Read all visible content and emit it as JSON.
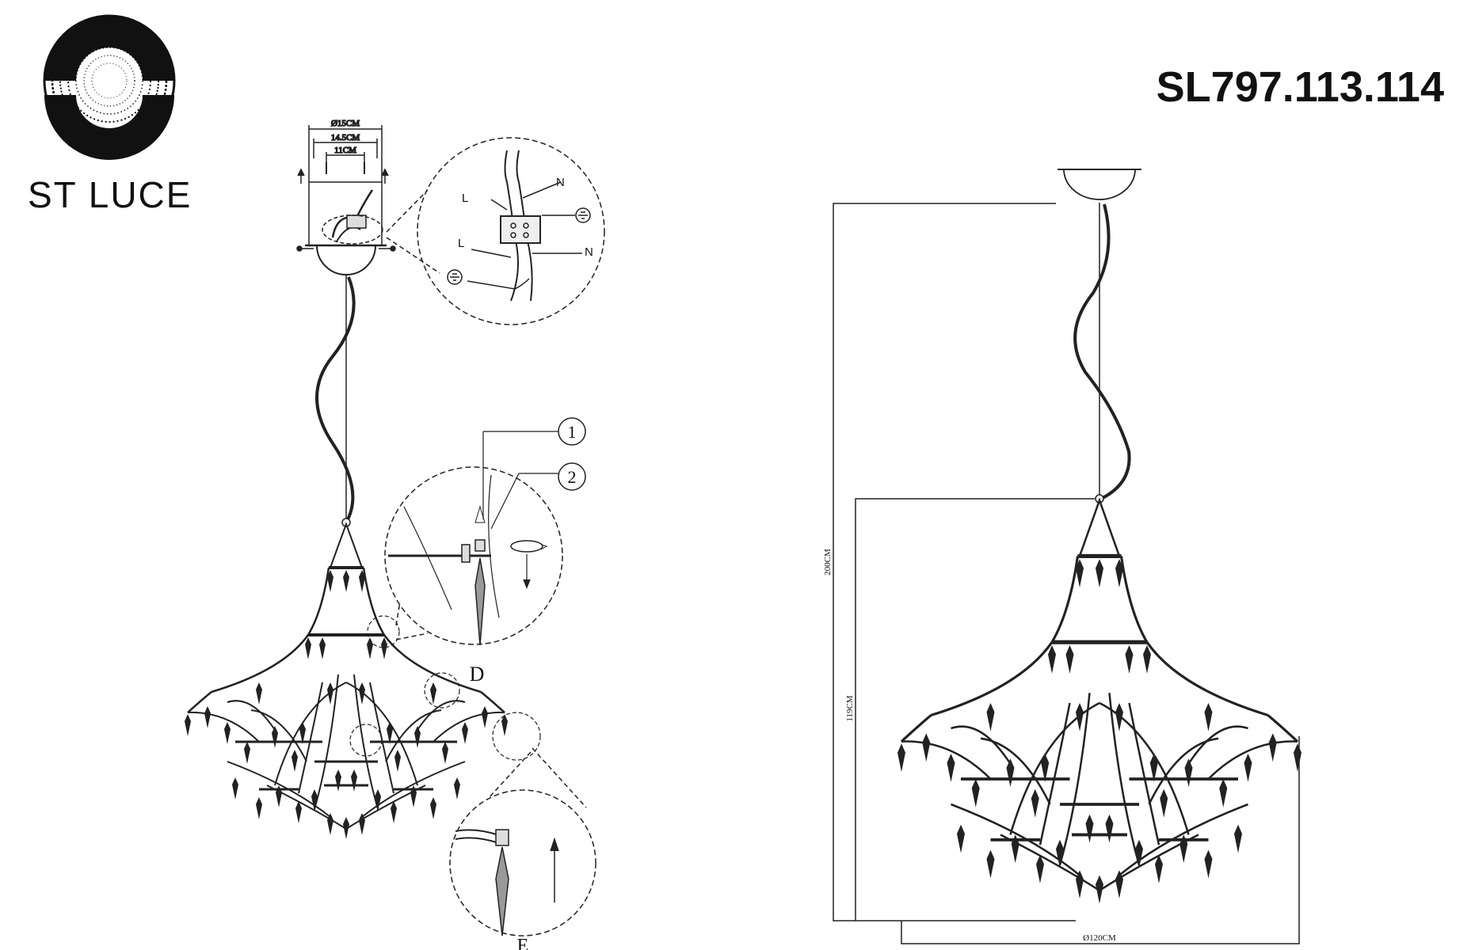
{
  "brand": {
    "name": "ST LUCE"
  },
  "model": {
    "code": "SL797.113.114"
  },
  "mount": {
    "dims": [
      "Ø15CM",
      "14.5CM",
      "11CM"
    ],
    "wiring": {
      "live_top": "L",
      "neutral_top": "N",
      "live_bottom": "L",
      "neutral_bottom": "N"
    }
  },
  "details": {
    "parts": [
      "1",
      "2"
    ],
    "label_d": "D",
    "label_e": "E"
  },
  "overall": {
    "height_total": "200CM",
    "height_body": "119CM",
    "diameter": "Ø120CM"
  },
  "colors": {
    "ink": "#111111"
  }
}
